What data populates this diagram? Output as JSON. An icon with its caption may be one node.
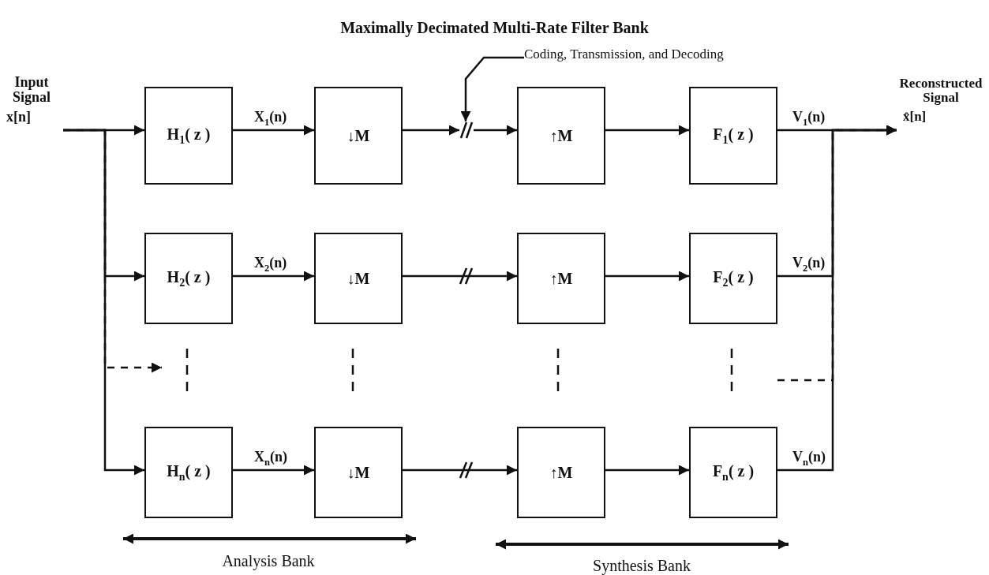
{
  "diagram": {
    "title": "Maximally Decimated Multi-Rate Filter Bank",
    "nodes": [
      {
        "text": [
          "Input Signal",
          "x[n]"
        ]
      },
      {
        "text": [
          "H$_{1}$( z )"
        ]
      },
      {
        "text": [
          "↓M"
        ]
      },
      {
        "text": [
          "↑M"
        ]
      },
      {
        "text": [
          "F$_{1}$( z )"
        ]
      },
      {
        "text": [
          "H$_{2}$( z )"
        ]
      },
      {
        "text": [
          "↓M"
        ]
      },
      {
        "text": [
          "↑M"
        ]
      },
      {
        "text": [
          "F$_{2}$( z )"
        ]
      },
      {
        "text": [
          "H$_{n}$( z )"
        ]
      },
      {
        "text": [
          "↓M"
        ]
      },
      {
        "text": [
          "↑M"
        ]
      },
      {
        "text": [
          "F$_{n}$( z )"
        ]
      },
      {
        "text": [
          "Reconstructed Signal",
          "x̂[n]"
        ]
      },
      {
        "text": [
          "Coding, Transmission, and Decoding"
        ]
      },
      {
        "text": [],
        "shape": "slash"
      }
    ],
    "edges": [
      {
        "from": 0,
        "to": 1,
        "arrow": "to"
      },
      {
        "from": 0,
        "to": 5,
        "arrow": "to"
      },
      {
        "from": 0,
        "to": 9,
        "arrow": "to"
      },
      {
        "from": 0,
        "to": null,
        "arrow": "to",
        "style": "dashed"
      },
      {
        "from": 1,
        "to": 2,
        "arrow": "to",
        "label": "X$_{1}$(n)"
      },
      {
        "from": 2,
        "to": 15,
        "arrow": "to"
      },
      {
        "from": 15,
        "to": 3,
        "arrow": "to"
      },
      {
        "from": 3,
        "to": 4,
        "arrow": "to"
      },
      {
        "from": 5,
        "to": 6,
        "arrow": "to",
        "label": "X$_{2}$(n)"
      },
      {
        "from": 6,
        "to": 7,
        "arrow": "to"
      },
      {
        "from": 7,
        "to": 8,
        "arrow": "to"
      },
      {
        "from": 9,
        "to": 10,
        "arrow": "to",
        "label": "X$_{n}$(n)"
      },
      {
        "from": 10,
        "to": 11,
        "arrow": "to"
      },
      {
        "from": 11,
        "to": 12,
        "arrow": "to"
      },
      {
        "from": 4,
        "to": 13,
        "arrow": "to",
        "label": "V$_{1}$(n)"
      },
      {
        "from": 8,
        "to": 13,
        "arrow": "to",
        "label": "V$_{2}$(n)"
      },
      {
        "from": 12,
        "to": 13,
        "arrow": "to",
        "label": "V$_{n}$(n)"
      },
      {
        "from": null,
        "to": 13,
        "arrow": "to",
        "style": "dashed"
      },
      {
        "from": 14,
        "to": 15,
        "arrow": "to"
      }
    ],
    "labels": [
      "Analysis Bank",
      "Synthesis Bank"
    ]
  }
}
